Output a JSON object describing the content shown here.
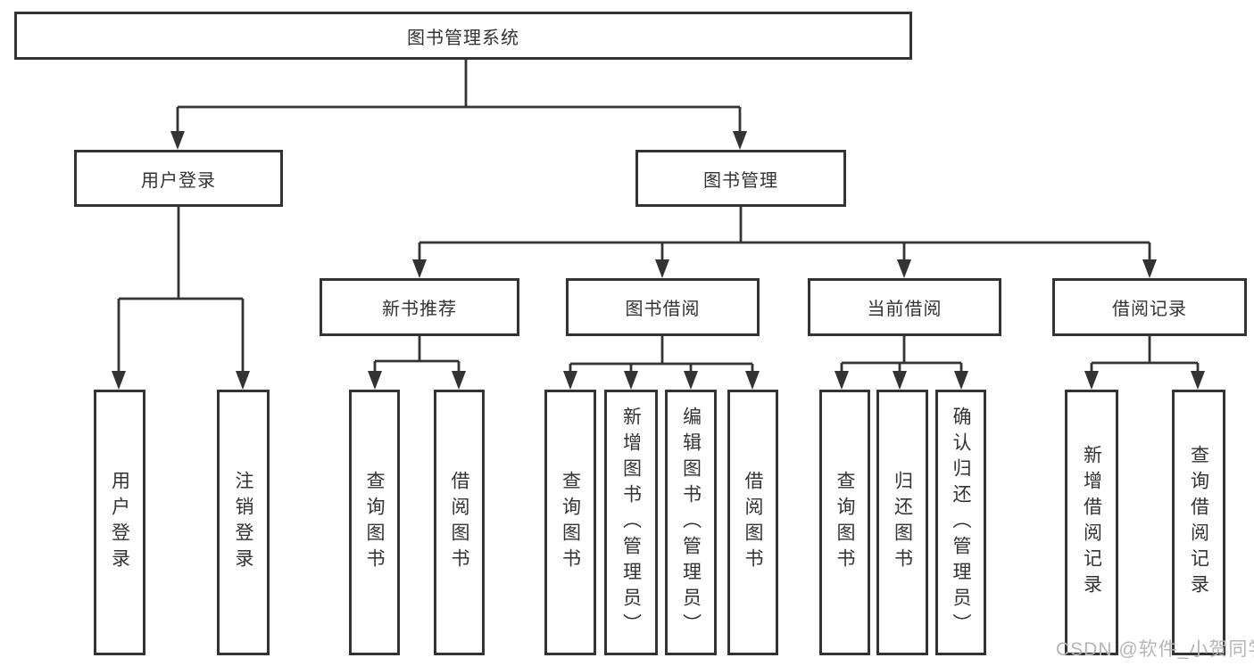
{
  "colors": {
    "line": "#333333",
    "text": "#333333",
    "watermark": "#b5b5b5",
    "background": "#ffffff"
  },
  "watermark": "CSDN @软件_小贺同学",
  "tree": {
    "root": "图书管理系统",
    "branches": [
      {
        "label": "用户登录",
        "children": [
          "用户登录",
          "注销登录"
        ]
      },
      {
        "label": "图书管理",
        "sections": [
          {
            "label": "新书推荐",
            "children": [
              "查询图书",
              "借阅图书"
            ]
          },
          {
            "label": "图书借阅",
            "children": [
              "查询图书",
              "新增图书（管理员）",
              "编辑图书（管理员）",
              "借阅图书"
            ]
          },
          {
            "label": "当前借阅",
            "children": [
              "查询图书",
              "归还图书",
              "确认归还（管理员）"
            ]
          },
          {
            "label": "借阅记录",
            "children": [
              "新增借阅记录",
              "查询借阅记录"
            ]
          }
        ]
      }
    ]
  }
}
